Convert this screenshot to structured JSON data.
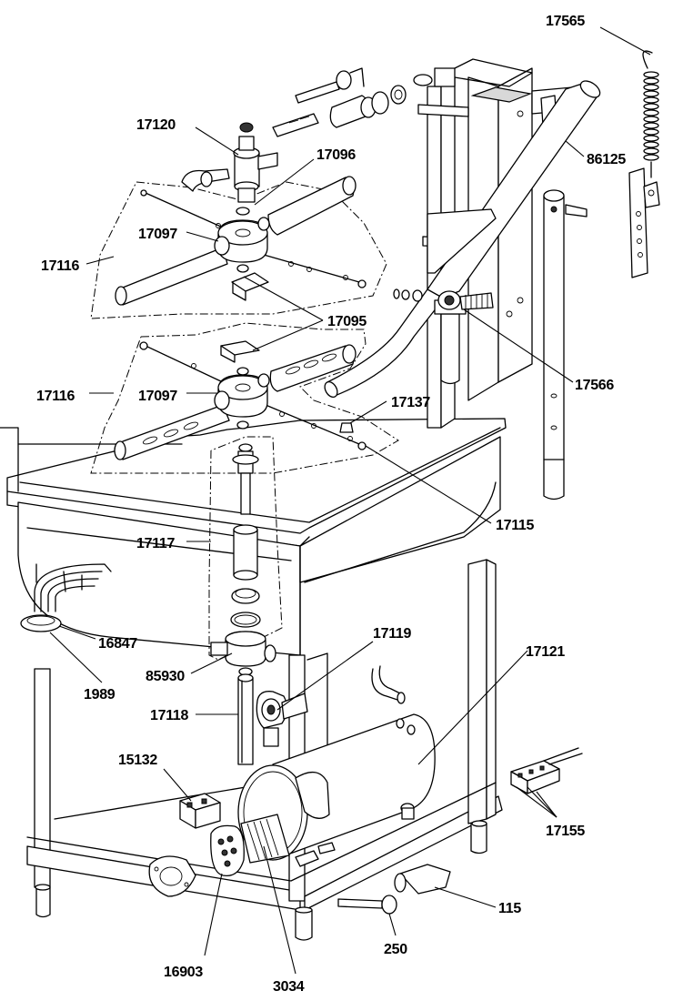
{
  "labels": {
    "l17565": "17565",
    "l17120": "17120",
    "l17096": "17096",
    "l86125": "86125",
    "l17097a": "17097",
    "l17116a": "17116",
    "l17095": "17095",
    "l17116b": "17116",
    "l17097b": "17097",
    "l17137": "17137",
    "l17566": "17566",
    "l17115": "17115",
    "l17117": "17117",
    "l16847": "16847",
    "l17119": "17119",
    "l17121": "17121",
    "l85930": "85930",
    "l1989": "1989",
    "l17118": "17118",
    "l15132": "15132",
    "l17155": "17155",
    "l115": "115",
    "l250": "250",
    "l16903": "16903",
    "l3034": "3034"
  }
}
